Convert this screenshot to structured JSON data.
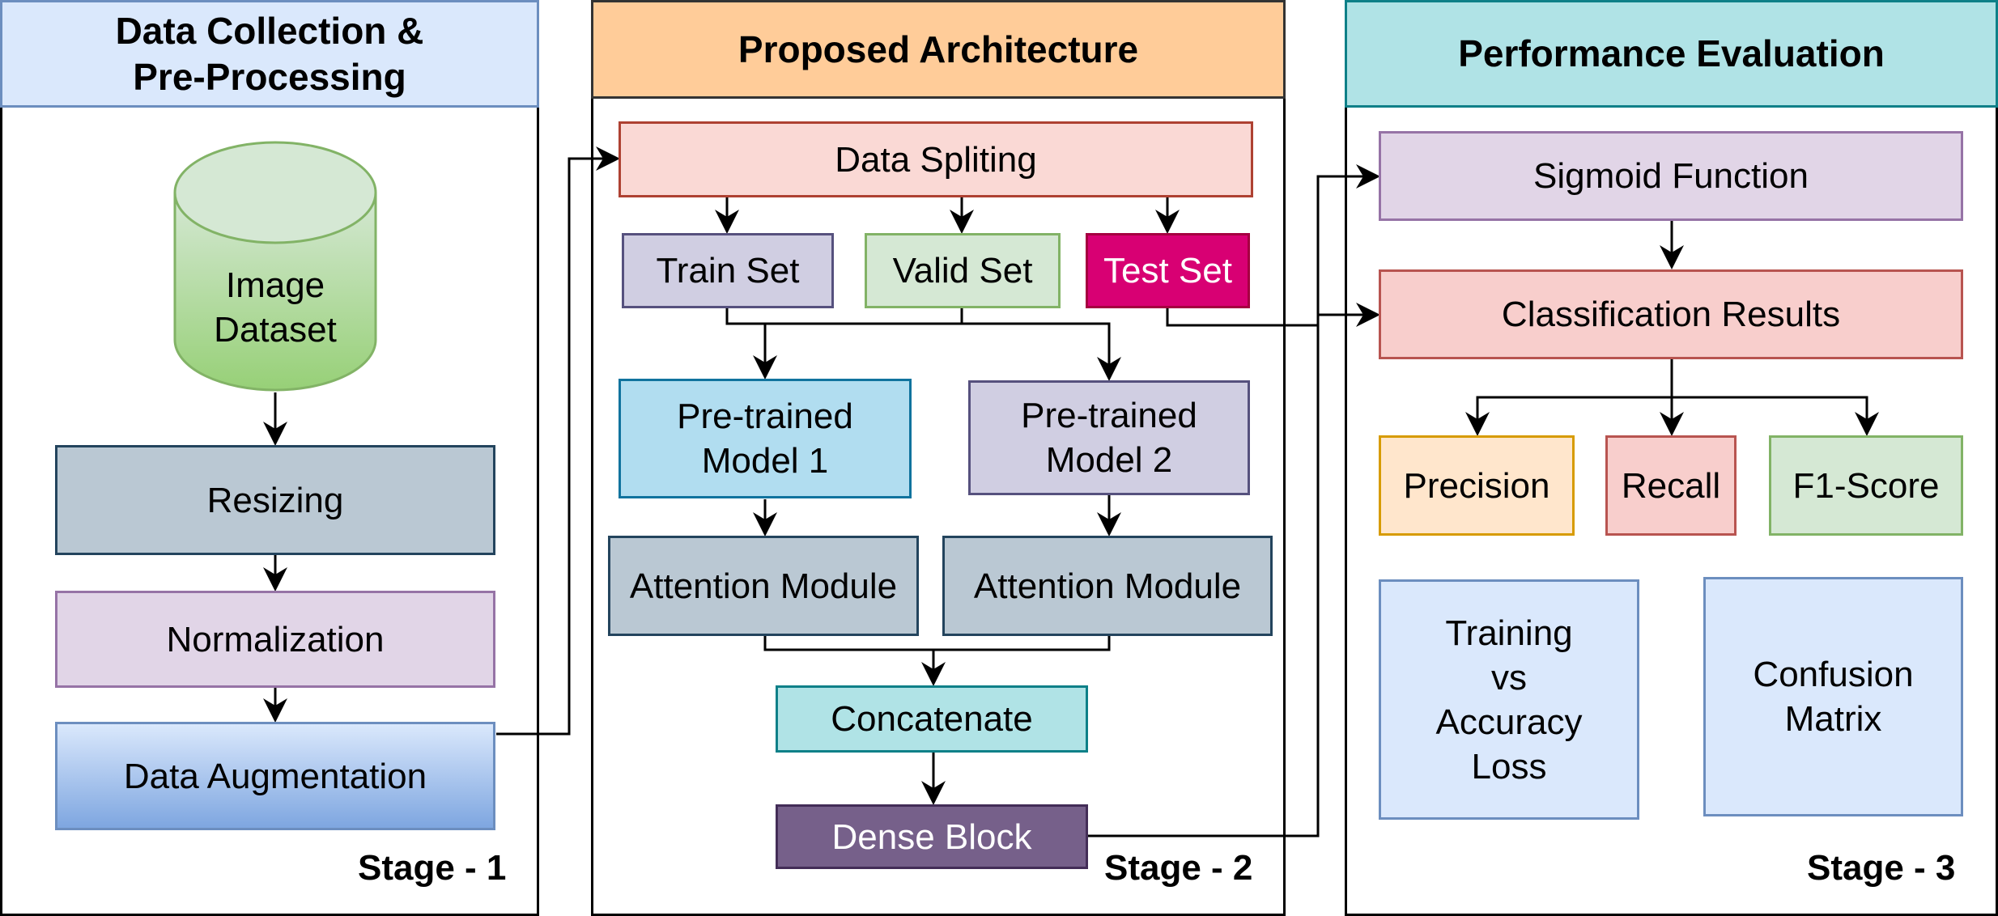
{
  "panels": {
    "stage1": {
      "title": "Data Collection &\nPre-Processing",
      "stage_label": "Stage - 1",
      "header_color": "#dae8fc",
      "header_border": "#6c8ebf"
    },
    "stage2": {
      "title": "Proposed Architecture",
      "stage_label": "Stage - 2",
      "header_color": "#ffcc99",
      "header_border": "#333333"
    },
    "stage3": {
      "title": "Performance Evaluation",
      "stage_label": "Stage - 3",
      "header_color": "#b0e3e6",
      "header_border": "#0e8088"
    }
  },
  "stage1": {
    "dataset": "Image\nDataset",
    "resizing": "Resizing",
    "normalization": "Normalization",
    "augmentation": "Data Augmentation"
  },
  "stage2": {
    "splitting": "Data Spliting",
    "train": "Train Set",
    "valid": "Valid Set",
    "test": "Test Set",
    "model1": "Pre-trained\nModel 1",
    "model2": "Pre-trained\nModel 2",
    "attention1": "Attention Module",
    "attention2": "Attention Module",
    "concatenate": "Concatenate",
    "dense": "Dense Block"
  },
  "stage3": {
    "sigmoid": "Sigmoid Function",
    "classification": "Classification Results",
    "precision": "Precision",
    "recall": "Recall",
    "f1": "F1-Score",
    "training_loss": "Training\nvs\nAccuracy\nLoss",
    "confusion": "Confusion\nMatrix"
  }
}
